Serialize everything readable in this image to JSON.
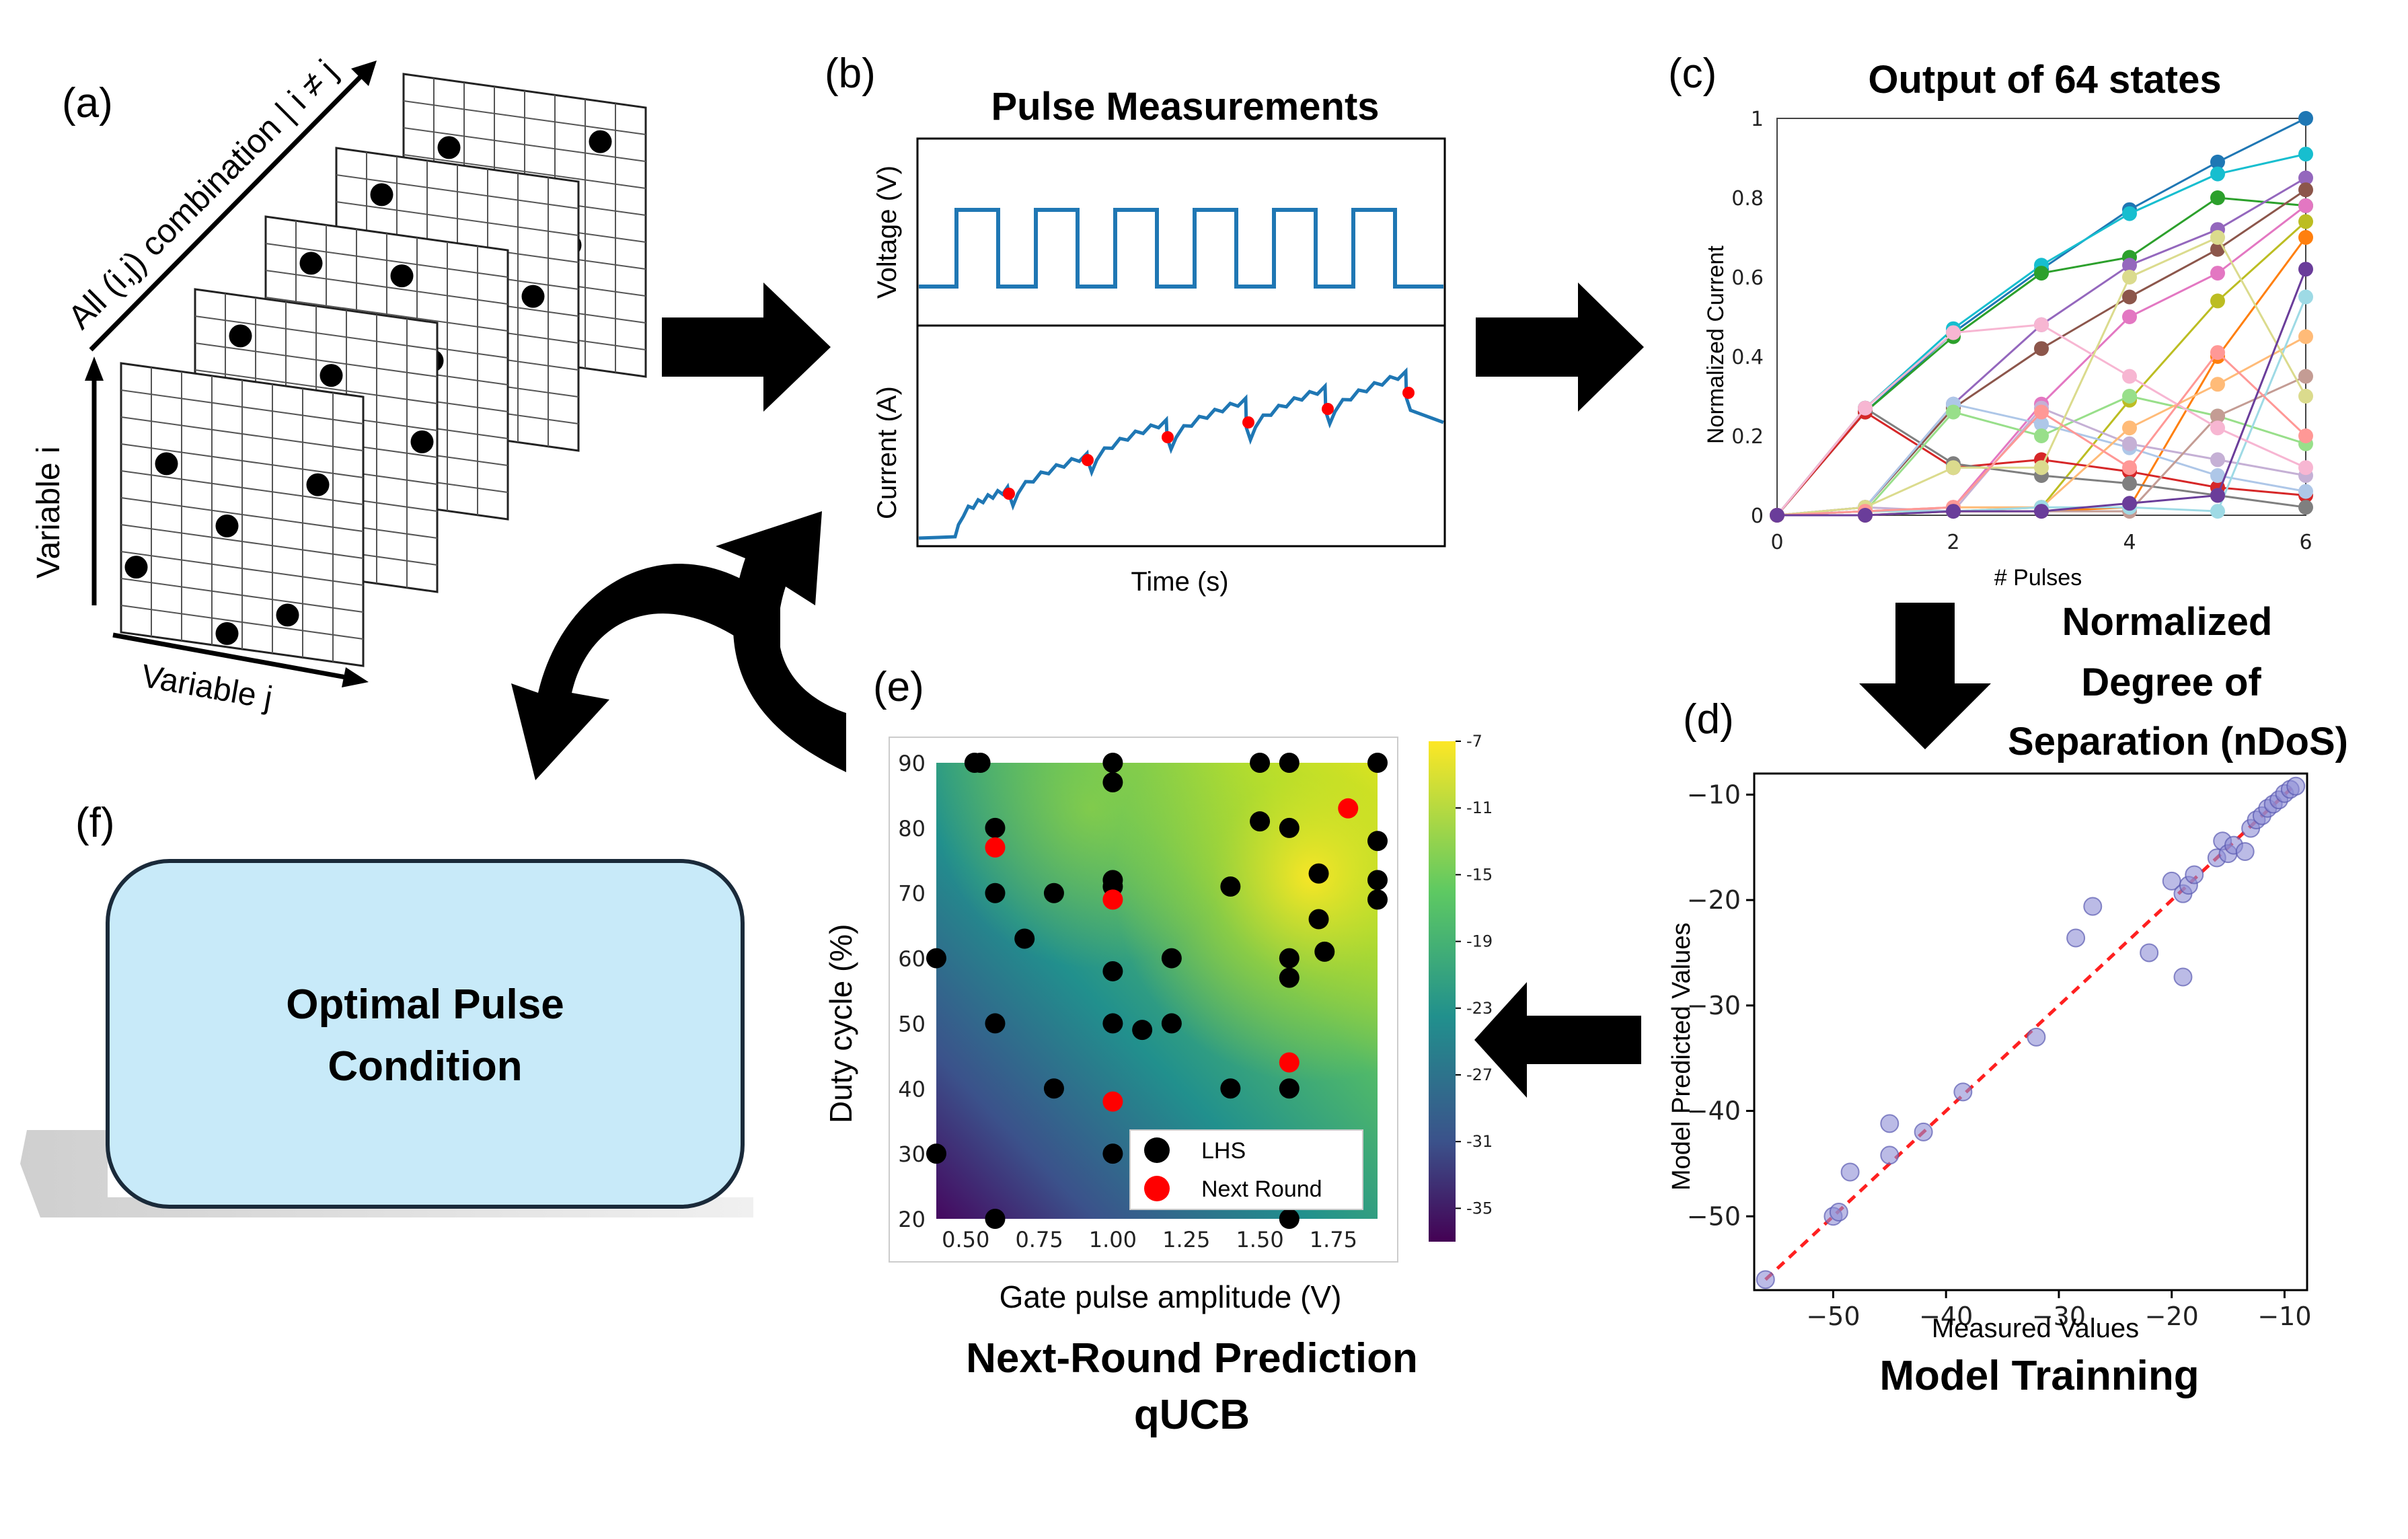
{
  "panel_labels": {
    "a": "(a)",
    "b": "(b)",
    "c": "(c)",
    "d": "(d)",
    "e": "(e)",
    "f": "(f)"
  },
  "panel_a": {
    "diag_label": "All (i,j) combination | i ≠ j",
    "variable_i": "Variable i",
    "variable_j": "Variable j"
  },
  "panel_b": {
    "title": "Pulse Measurements",
    "voltage_label": "Voltage (V)",
    "current_label": "Current (A)",
    "time_label": "Time (s)"
  },
  "panel_c": {
    "title": "Output of 64 states",
    "ylabel": "Normalized Current",
    "xlabel": "# Pulses",
    "x_ticks": [
      "0",
      "2",
      "4",
      "6"
    ],
    "y_ticks": [
      "0",
      "0.2",
      "0.4",
      "0.6",
      "0.8",
      "1"
    ]
  },
  "ndos_label": [
    "Normalized",
    "Degree of",
    "Separation (nDoS)"
  ],
  "panel_d": {
    "ylabel": "Model Predicted Values",
    "xlabel": "Measured Values",
    "caption": "Model Trainning",
    "x_ticks": [
      "−50",
      "−40",
      "−30",
      "−20",
      "−10"
    ],
    "y_ticks": [
      "−10",
      "−20",
      "−30",
      "−40",
      "−50"
    ]
  },
  "panel_e": {
    "ylabel": "Duty cycle (%)",
    "xlabel": "Gate pulse amplitude (V)",
    "caption": [
      "Next-Round Prediction",
      "qUCB"
    ],
    "legend": [
      "LHS",
      "Next Round"
    ],
    "x_ticks": [
      "0.50",
      "0.75",
      "1.00",
      "1.25",
      "1.50",
      "1.75"
    ],
    "y_ticks": [
      "20",
      "30",
      "40",
      "50",
      "60",
      "70",
      "80",
      "90"
    ],
    "colorbar_ticks": [
      "-7",
      "-11",
      "-15",
      "-19",
      "-23",
      "-27",
      "-31",
      "-35"
    ]
  },
  "panel_f": {
    "box_text": [
      "Optimal Pulse",
      "Condition"
    ]
  },
  "colors": {
    "line_blue": "#1f77b4",
    "red_dot": "#ff0000",
    "box_fill": "#c8eaf9",
    "arrow": "#000000"
  },
  "chart_data": [
    {
      "type": "line",
      "title": "Output of 64 states",
      "xlabel": "# Pulses",
      "ylabel": "Normalized Current",
      "xlim": [
        0,
        6
      ],
      "ylim": [
        0,
        1
      ],
      "x": [
        0,
        1,
        2,
        3,
        4,
        5,
        6
      ],
      "series": [
        {
          "values": [
            0,
            0.26,
            0.46,
            0.62,
            0.77,
            0.89,
            1.0
          ]
        },
        {
          "values": [
            0,
            0.27,
            0.47,
            0.63,
            0.76,
            0.86,
            0.91
          ]
        },
        {
          "values": [
            0,
            0.26,
            0.45,
            0.61,
            0.65,
            0.8,
            0.78
          ]
        },
        {
          "values": [
            0,
            0.02,
            0.28,
            0.48,
            0.63,
            0.72,
            0.85
          ]
        },
        {
          "values": [
            0,
            0.02,
            0.27,
            0.42,
            0.55,
            0.67,
            0.82
          ]
        },
        {
          "values": [
            0,
            0.01,
            0.02,
            0.28,
            0.5,
            0.61,
            0.78
          ]
        },
        {
          "values": [
            0,
            0.01,
            0.01,
            0.02,
            0.29,
            0.54,
            0.74
          ]
        },
        {
          "values": [
            0,
            0.0,
            0.01,
            0.01,
            0.02,
            0.4,
            0.7
          ]
        },
        {
          "values": [
            0,
            0.26,
            0.12,
            0.14,
            0.11,
            0.07,
            0.05
          ]
        },
        {
          "values": [
            0,
            0.27,
            0.13,
            0.1,
            0.08,
            0.05,
            0.02
          ]
        },
        {
          "values": [
            0,
            0.02,
            0.28,
            0.23,
            0.17,
            0.1,
            0.06
          ]
        },
        {
          "values": [
            0,
            0.01,
            0.26,
            0.2,
            0.3,
            0.25,
            0.18
          ]
        },
        {
          "values": [
            0,
            0.02,
            0.01,
            0.27,
            0.18,
            0.14,
            0.1
          ]
        },
        {
          "values": [
            0,
            0.01,
            0.02,
            0.02,
            0.22,
            0.33,
            0.45
          ]
        },
        {
          "values": [
            0,
            0.0,
            0.01,
            0.01,
            0.01,
            0.25,
            0.35
          ]
        },
        {
          "values": [
            0,
            0.01,
            0.01,
            0.02,
            0.02,
            0.01,
            0.55
          ]
        },
        {
          "values": [
            0,
            0.27,
            0.46,
            0.48,
            0.35,
            0.22,
            0.12
          ]
        },
        {
          "values": [
            0,
            0.02,
            0.12,
            0.12,
            0.6,
            0.7,
            0.3
          ]
        },
        {
          "values": [
            0,
            0.01,
            0.02,
            0.26,
            0.12,
            0.41,
            0.2
          ]
        },
        {
          "values": [
            0,
            0.0,
            0.01,
            0.01,
            0.03,
            0.05,
            0.62
          ]
        }
      ]
    },
    {
      "type": "scatter",
      "title": "Model Trainning",
      "xlabel": "Measured Values",
      "ylabel": "Model Predicted Values",
      "xlim": [
        -57,
        -8
      ],
      "ylim": [
        -57,
        -8
      ],
      "points": [
        [
          -56,
          -56
        ],
        [
          -50,
          -50
        ],
        [
          -49.5,
          -49.6
        ],
        [
          -48.5,
          -45.8
        ],
        [
          -45,
          -44.2
        ],
        [
          -45,
          -41.2
        ],
        [
          -42,
          -42
        ],
        [
          -38.5,
          -38.2
        ],
        [
          -32,
          -33
        ],
        [
          -28.5,
          -23.6
        ],
        [
          -27,
          -20.6
        ],
        [
          -22,
          -25
        ],
        [
          -20,
          -18.2
        ],
        [
          -19,
          -27.3
        ],
        [
          -19,
          -19.4
        ],
        [
          -18.5,
          -18.6
        ],
        [
          -18,
          -17.6
        ],
        [
          -16,
          -16
        ],
        [
          -15.5,
          -14.4
        ],
        [
          -15,
          -15.6
        ],
        [
          -14.5,
          -14.8
        ],
        [
          -13.5,
          -15.4
        ],
        [
          -13,
          -13.2
        ],
        [
          -12.5,
          -12.4
        ],
        [
          -12,
          -12
        ],
        [
          -11.5,
          -11.3
        ],
        [
          -11,
          -10.9
        ],
        [
          -10.5,
          -10.5
        ],
        [
          -10,
          -9.9
        ],
        [
          -9.5,
          -9.5
        ],
        [
          -9,
          -9.2
        ]
      ],
      "diagonal": [
        -56,
        -9
      ]
    },
    {
      "type": "heatmap",
      "title": "Next-Round Prediction qUCB",
      "xlabel": "Gate pulse amplitude (V)",
      "ylabel": "Duty cycle (%)",
      "xlim": [
        0.4,
        1.9
      ],
      "ylim": [
        20,
        90
      ],
      "colorbar_range": [
        -37,
        -7
      ],
      "lhs_points": [
        [
          0.53,
          90
        ],
        [
          0.55,
          90
        ],
        [
          1.0,
          90
        ],
        [
          1.0,
          87
        ],
        [
          1.5,
          90
        ],
        [
          1.6,
          90
        ],
        [
          1.9,
          90
        ],
        [
          0.6,
          80
        ],
        [
          1.5,
          81
        ],
        [
          1.6,
          80
        ],
        [
          1.9,
          78
        ],
        [
          1.0,
          72
        ],
        [
          1.0,
          71
        ],
        [
          1.4,
          71
        ],
        [
          1.7,
          73
        ],
        [
          1.9,
          72
        ],
        [
          0.6,
          70
        ],
        [
          0.8,
          70
        ],
        [
          1.9,
          69
        ],
        [
          1.7,
          66
        ],
        [
          0.7,
          63
        ],
        [
          1.72,
          61
        ],
        [
          0.4,
          60
        ],
        [
          1.2,
          60
        ],
        [
          1.6,
          60
        ],
        [
          1.0,
          58
        ],
        [
          1.6,
          57
        ],
        [
          0.6,
          50
        ],
        [
          1.0,
          50
        ],
        [
          1.1,
          49
        ],
        [
          1.2,
          50
        ],
        [
          0.8,
          40
        ],
        [
          1.4,
          40
        ],
        [
          1.6,
          40
        ],
        [
          1.0,
          30
        ],
        [
          0.4,
          30
        ],
        [
          0.6,
          20
        ],
        [
          1.6,
          20
        ]
      ],
      "next_round_points": [
        [
          0.6,
          77
        ],
        [
          1.0,
          69
        ],
        [
          1.8,
          83
        ],
        [
          1.6,
          44
        ],
        [
          1.0,
          38
        ]
      ]
    }
  ]
}
